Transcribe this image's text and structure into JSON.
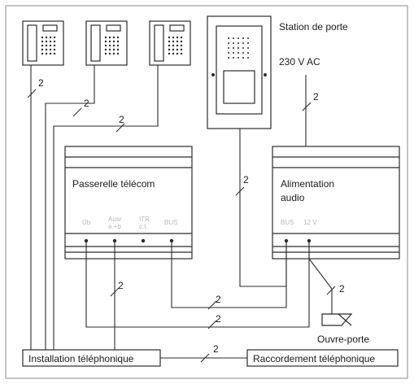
{
  "labels": {
    "door_station": "Station de porte",
    "power_voltage": "230 V AC",
    "gateway": "Passerelle télécom",
    "power_supply_line1": "Alimentation",
    "power_supply_line2": "audio",
    "door_opener": "Ouvre-porte",
    "telephone_installation": "Installation téléphonique",
    "telephone_connection": "Raccordement téléphonique"
  },
  "gateway_terminals": {
    "t1": "Üb",
    "t2_line1": "Ausr",
    "t2_line2": "a.+b",
    "t3_line1": "ITR",
    "t3_line2": "c.t.",
    "t4": "BUS"
  },
  "power_terminals": {
    "t1": "BUS",
    "t2": "12 V"
  },
  "cable_markers": {
    "phone1": "2",
    "phone2": "2",
    "phone3": "2",
    "door_station": "2",
    "power_in": "2",
    "gateway_left": "2",
    "middle": "2",
    "lower": "2",
    "opener": "2",
    "bottom": "2"
  },
  "colors": {
    "line": "#2a2a2a",
    "border": "#8a8a8a",
    "terminal_text": "#b7b7b7",
    "background": "#ffffff"
  }
}
